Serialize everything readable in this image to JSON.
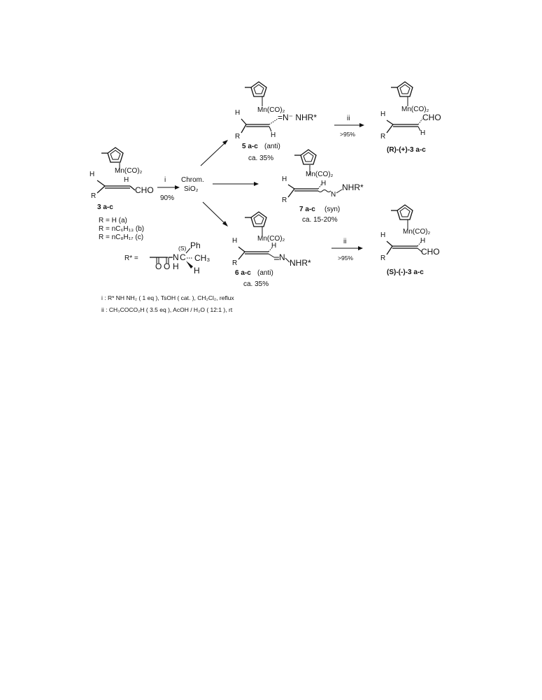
{
  "atoms": {
    "h": "H",
    "r": "R",
    "cho": "CHO",
    "mn": "Mn(CO)₂",
    "nnhr": "=N⁻ NHR*",
    "nhr": "NHR*",
    "n": "N",
    "ph": "Ph",
    "ch3": "CH₃",
    "s": "(S)",
    "o1": "O",
    "o2": "O",
    "h2": "H",
    "wavy_nnhr": "N–NHR*"
  },
  "start": {
    "label": "3 a-c",
    "reagent_step": "i",
    "yield": "90%",
    "r_defs": [
      "R = H (a)",
      "R = nC₆H₁₃ (b)",
      "R = nC₈H₁₇ (c)"
    ],
    "rstar_label": "R* ="
  },
  "chrom": {
    "line1": "Chrom.",
    "line2": "SiO₂"
  },
  "products": {
    "p5": {
      "num": "5 a-c",
      "desc": "(anti)",
      "yield": "ca. 35%"
    },
    "p7": {
      "num": "7 a-c",
      "desc": "(syn)",
      "yield": "ca. 15-20%"
    },
    "p6": {
      "num": "6 a-c",
      "desc": "(anti)",
      "yield": "ca. 35%"
    },
    "r3": {
      "label": "(R)-(+)-3 a-c"
    },
    "s3": {
      "label": "(S)-(-)-3 a-c"
    }
  },
  "steps": {
    "ii_top": "ii",
    "ii_top_yield": ">95%",
    "ii_bottom": "ii",
    "ii_bottom_yield": ">95%"
  },
  "conditions": {
    "i": "i : R* NH NH₂ ( 1 eq ),  TsOH ( cat. ), CH₂Cl₂,  reflux",
    "ii": "ii : CH₃COCO₂H ( 3.5 eq ), AcOH / H₂O ( 12:1 ), rt"
  }
}
